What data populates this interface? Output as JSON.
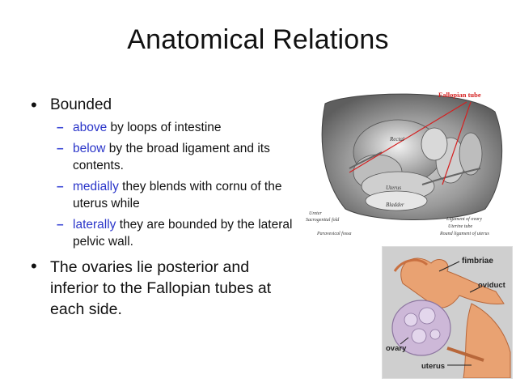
{
  "slide": {
    "title": "Anatomical Relations",
    "bullet1": "Bounded",
    "subs": [
      {
        "kw": "above",
        "rest": " by loops of intestine"
      },
      {
        "kw": "below",
        "rest": " by the broad ligament and its contents."
      },
      {
        "kw": "medially",
        "rest": " they blends with cornu of the uterus while"
      },
      {
        "kw": "laterally",
        "rest": " they are bounded by the lateral pelvic wall."
      }
    ],
    "bullet2": "The ovaries lie posterior and inferior to the Fallopian tubes at each side."
  },
  "figure1": {
    "labels": {
      "fallopian_tube": "Fallopian tube",
      "rectal": "Rectal",
      "uterus": "Uterus",
      "bladder": "Bladder",
      "ureter": "Ureter",
      "sacrogenital": "Sacrogenital fold",
      "paravesical": "Paravesical fossa",
      "ligament_ovary": "Ligament of ovary",
      "uterine_tube": "Uterine tube",
      "round_ligament": "Round ligament of uterus"
    },
    "accent": "#d42020"
  },
  "figure2": {
    "labels": {
      "fimbriae": "fimbriae",
      "oviduct": "oviduct",
      "ovary": "ovary",
      "uterus": "uterus"
    }
  },
  "colors": {
    "keyword": "#2a35c9",
    "dash": "#3b47d6"
  }
}
